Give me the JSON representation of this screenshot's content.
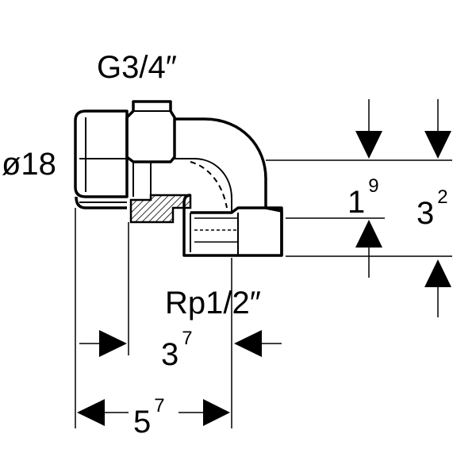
{
  "labels": {
    "thread_union": "G3/4″",
    "pipe_diameter": "ø18",
    "thread_female": "Rp1/2″",
    "dim_small_height": {
      "base": "1",
      "sup": "9"
    },
    "dim_total_height": {
      "base": "3",
      "sup": "2"
    },
    "dim_small_length": {
      "base": "3",
      "sup": "7"
    },
    "dim_total_length": {
      "base": "5",
      "sup": "7"
    }
  },
  "colors": {
    "line": "#000000",
    "background": "#ffffff"
  }
}
